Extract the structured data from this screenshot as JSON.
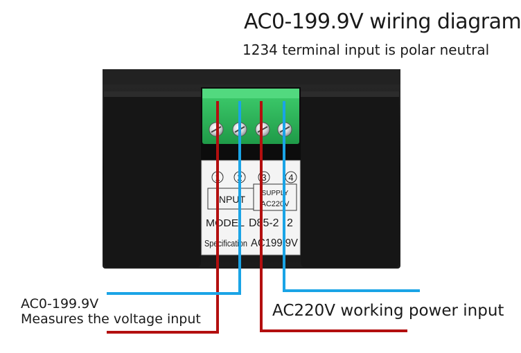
{
  "title": "AC0-199.9V wiring diagram",
  "subtitle": "1234 terminal input is polar neutral",
  "labels": {
    "left_line1": "AC0-199.9V",
    "left_line2": "Measures the voltage input",
    "right": "AC220V working power input"
  },
  "plate": {
    "terminal_numbers": [
      "1",
      "2",
      "3",
      "4"
    ],
    "input_label": "INPUT",
    "supply_label_1": "SUPPLY",
    "supply_label_2": "AC220V",
    "model_label": "MODEL",
    "model_value": "D85-2",
    "model_suffix": "2",
    "spec_label": "Specification",
    "spec_value": "AC199.9V"
  },
  "colors": {
    "red_wire": "#b30f0f",
    "blue_wire": "#1aa4e6",
    "terminal_green": "#2bb15a",
    "case_black": "#141414"
  },
  "icons": [
    "terminal-screw-icon"
  ]
}
